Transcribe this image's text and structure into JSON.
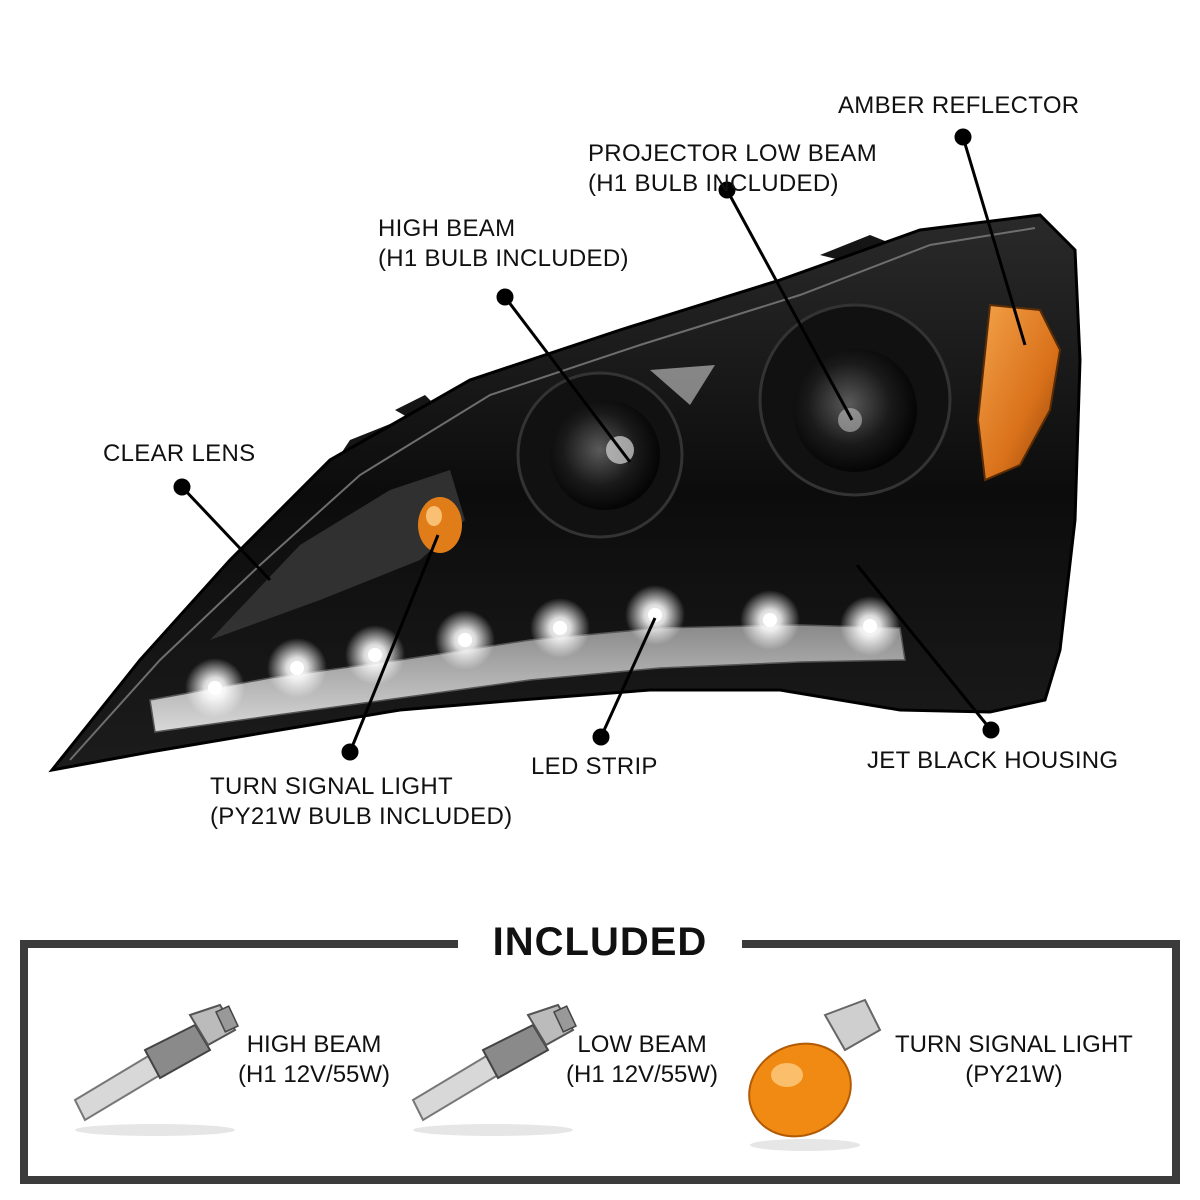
{
  "callouts": {
    "amber_reflector": "AMBER REFLECTOR",
    "projector_low_beam": {
      "line1": "PROJECTOR LOW BEAM",
      "line2": "(H1 BULB INCLUDED)"
    },
    "high_beam": {
      "line1": "HIGH BEAM",
      "line2": "(H1 BULB INCLUDED)"
    },
    "clear_lens": "CLEAR LENS",
    "turn_signal_light": {
      "line1": "TURN SIGNAL LIGHT",
      "line2": "(PY21W BULB INCLUDED)"
    },
    "led_strip": "LED STRIP",
    "jet_black_housing": "JET BLACK HOUSING"
  },
  "included": {
    "title": "INCLUDED",
    "items": [
      {
        "line1": "HIGH BEAM",
        "line2": "(H1 12V/55W)",
        "icon": "h1-bulb-icon"
      },
      {
        "line1": "LOW BEAM",
        "line2": "(H1 12V/55W)",
        "icon": "h1-bulb-icon"
      },
      {
        "line1": "TURN SIGNAL LIGHT",
        "line2": "(PY21W)",
        "icon": "py21w-bulb-icon"
      }
    ]
  },
  "colors": {
    "housing": "#0b0b0b",
    "amber": "#e8841c",
    "led": "#ffffff",
    "frame": "#3b3b3b"
  }
}
